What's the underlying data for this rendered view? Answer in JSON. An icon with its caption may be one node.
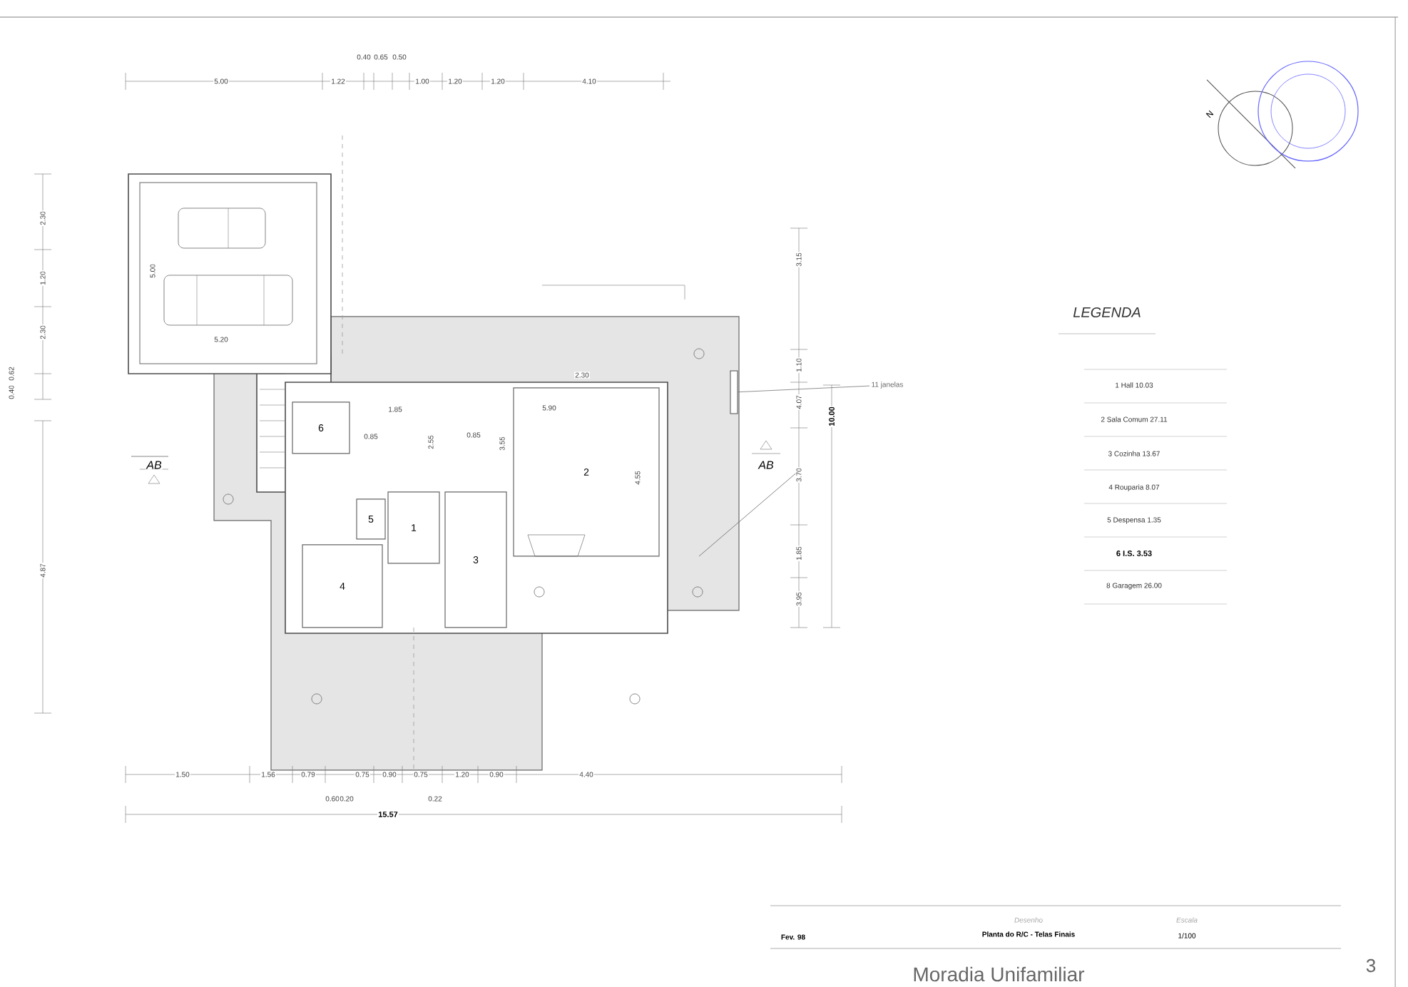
{
  "diagram": {
    "title": "Moradia Unifamiliar",
    "nodes": [
      {
        "text": [
          "1"
        ]
      },
      {
        "text": [
          "2"
        ]
      },
      {
        "text": [
          "3"
        ]
      },
      {
        "text": [
          "4"
        ]
      },
      {
        "text": [
          "5"
        ]
      },
      {
        "text": [
          "6"
        ]
      },
      {
        "text": [
          "11 janelas"
        ]
      },
      {
        "text": [],
        "shape": "bar"
      }
    ],
    "edges": [
      {
        "from": 6,
        "to": 7,
        "arrow": "none"
      }
    ],
    "labels": [
      "0.40",
      "0.65",
      "0.50",
      "5.00",
      "1.22",
      "1.00",
      "1.20",
      "1.20",
      "4.10",
      "2.30",
      "1.20",
      "2.30",
      "0.62",
      "0.40",
      "4.87",
      "5.00",
      "5.20",
      "3.15",
      "1.10",
      "4.07",
      "3.70",
      "1.85",
      "3.95",
      "10.00",
      "2.30",
      "1.85",
      "5.90",
      "0.85",
      "2.55",
      "0.85",
      "3.55",
      "4.55",
      "1.50",
      "1.56",
      "0.79",
      "0.75",
      "0.90",
      "0.75",
      "1.20",
      "0.90",
      "4.40",
      "0.60",
      "0.20",
      "0.22",
      "15.57",
      "AB",
      "AB",
      "N",
      "LEGENDA",
      "1 Hall 10.03",
      "2 Sala Comum 27.11",
      "3 Cozinha 13.67",
      "4 Rouparia 8.07",
      "5 Despensa 1.35",
      "6 I.S. 3.53",
      "8 Garagem 26.00",
      "Fev. 98",
      "Desenho",
      "Planta do R/C - Telas Finais",
      "Escala",
      "1/100",
      "3"
    ]
  }
}
